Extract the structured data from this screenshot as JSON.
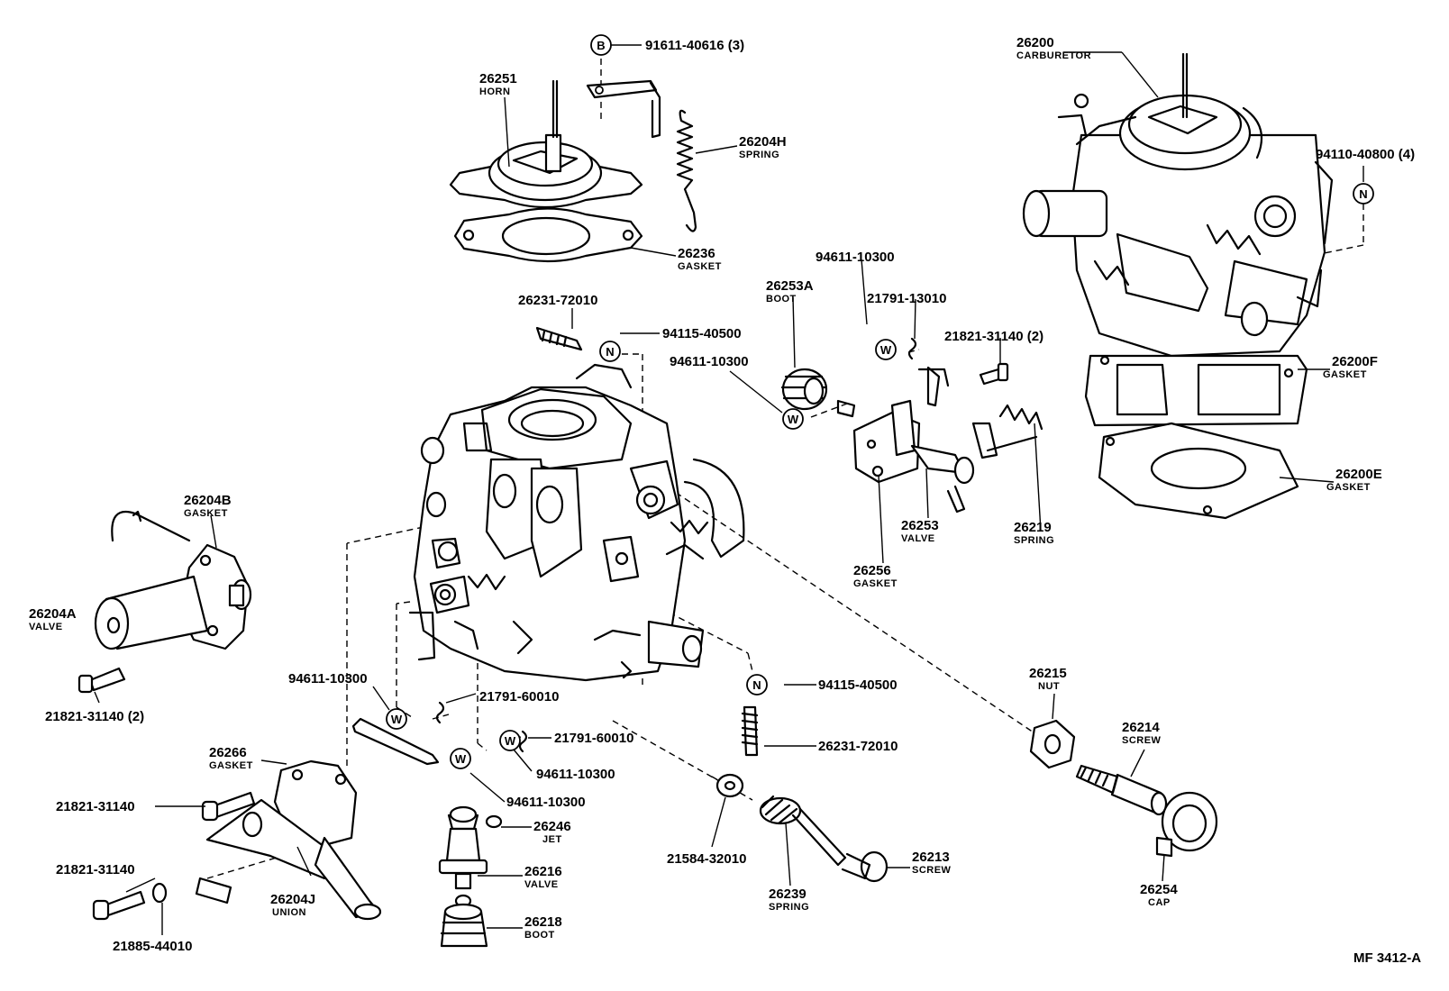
{
  "diagram_code": "MF  3412-A",
  "symbols": {
    "B": "B",
    "N": "N",
    "W": "W"
  },
  "labels": {
    "p91611_40616": "91611-40616 (3)",
    "p26251": "26251",
    "n26251": "HORN",
    "p26204H": "26204H",
    "n26204H": "SPRING",
    "p26236": "26236",
    "n26236": "GASKET",
    "p26200": "26200",
    "n26200": "CARBURETOR",
    "p94110_40800": "94110-40800 (4)",
    "p94611_10300_a": "94611-10300",
    "p21791_13010": "21791-13010",
    "p26253A": "26253A",
    "n26253A": "BOOT",
    "p21821_31140_2a": "21821-31140 (2)",
    "p26231_72010_a": "26231-72010",
    "p94115_40500_a": "94115-40500",
    "p94611_10300_b": "94611-10300",
    "p26200F": "26200F",
    "n26200F": "GASKET",
    "p26200E": "26200E",
    "n26200E": "GASKET",
    "p26253": "26253",
    "n26253": "VALVE",
    "p26219": "26219",
    "n26219": "SPRING",
    "p26256": "26256",
    "n26256": "GASKET",
    "p26204B": "26204B",
    "n26204B": "GASKET",
    "p26204A": "26204A",
    "n26204A": "VALVE",
    "p21821_31140_2b": "21821-31140 (2)",
    "p94611_10300_c": "94611-10300",
    "p21791_60010_a": "21791-60010",
    "p94115_40500_b": "94115-40500",
    "p26231_72010_b": "26231-72010",
    "p21791_60010_b": "21791-60010",
    "p94611_10300_d": "94611-10300",
    "p94611_10300_e": "94611-10300",
    "p26266": "26266",
    "n26266": "GASKET",
    "p21821_31140_a": "21821-31140",
    "p21821_31140_b": "21821-31140",
    "p26246": "26246",
    "n26246": "JET",
    "p26216": "26216",
    "n26216": "VALVE",
    "p26218": "26218",
    "n26218": "BOOT",
    "p26204J": "26204J",
    "n26204J": "UNION",
    "p21885_44010": "21885-44010",
    "p21584_32010": "21584-32010",
    "p26239": "26239",
    "n26239": "SPRING",
    "p26213": "26213",
    "n26213": "SCREW",
    "p26215": "26215",
    "n26215": "NUT",
    "p26214": "26214",
    "n26214": "SCREW",
    "p26254": "26254",
    "n26254": "CAP"
  }
}
